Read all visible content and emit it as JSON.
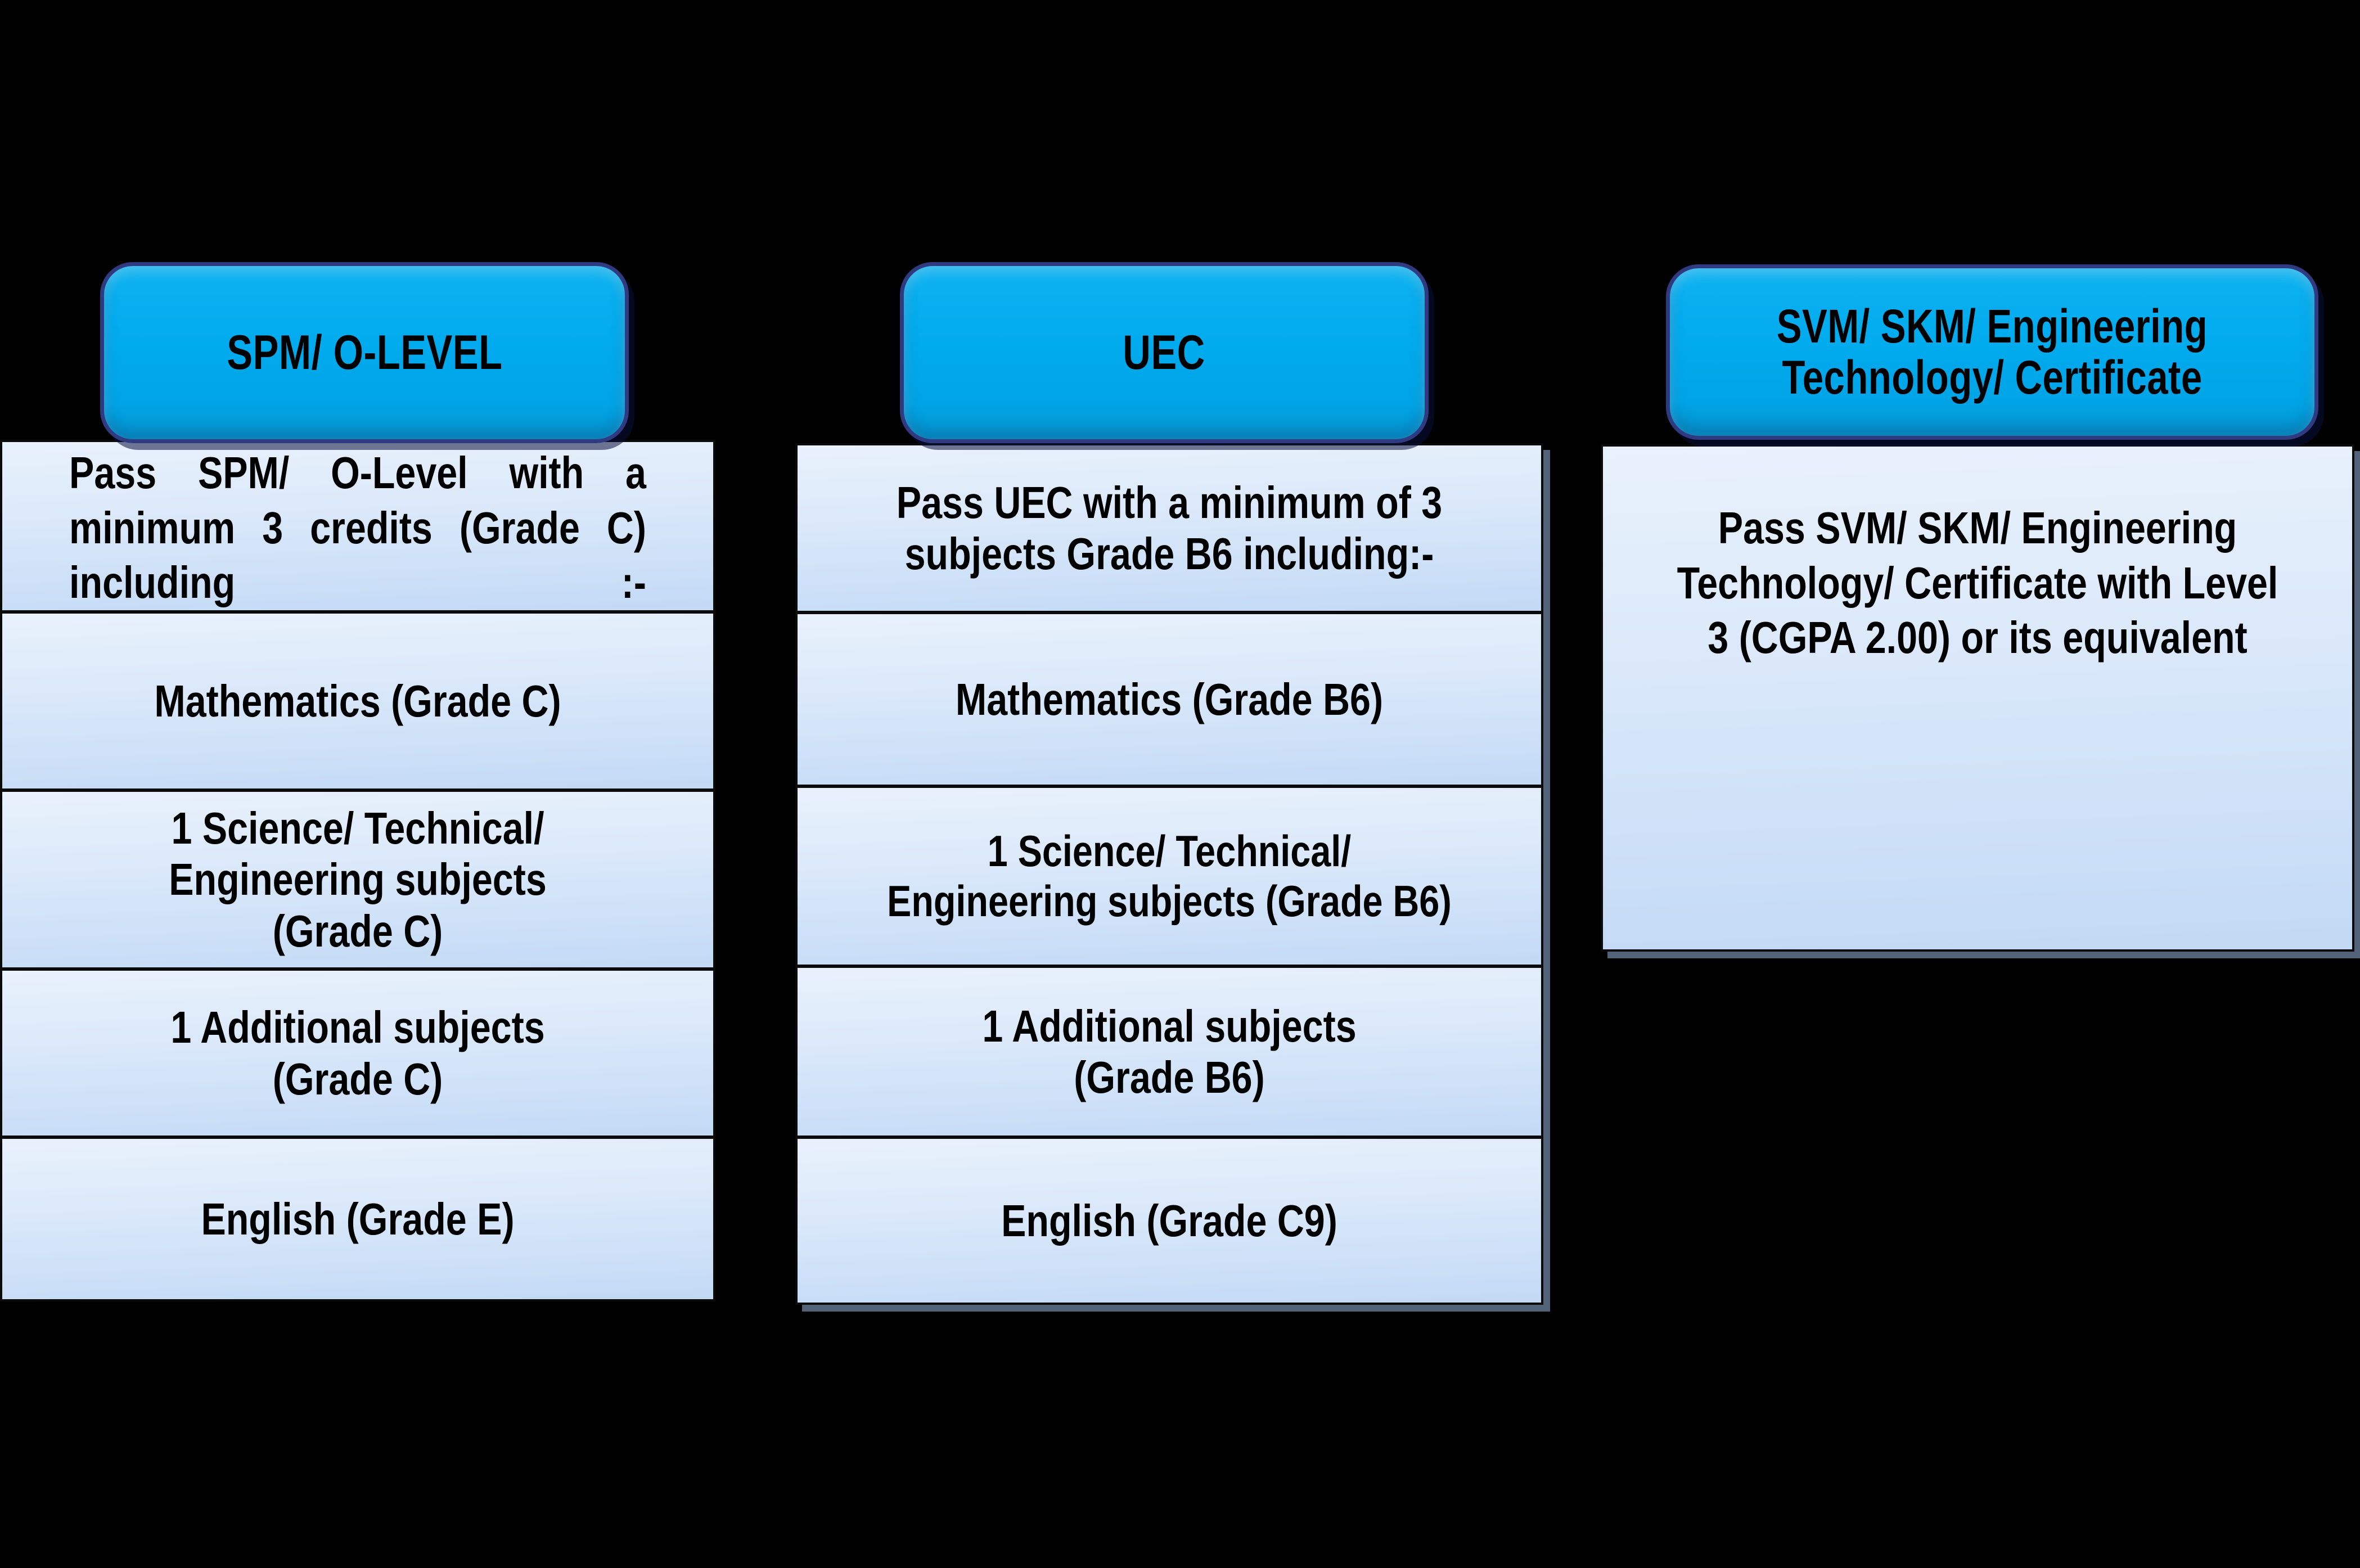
{
  "page": {
    "background_color": "#000000",
    "accent_color": "#00ABEE",
    "cell_gradient_top": "#E9F1FC",
    "cell_gradient_bottom": "#C3D9F4",
    "border_color": "#0A0A0A"
  },
  "columns": [
    {
      "id": "spm",
      "header": "SPM/ O-LEVEL",
      "rows": [
        "Pass SPM/ O-Level with a minimum 3 credits (Grade C) including :-",
        "Mathematics (Grade C)",
        "1 Science/ Technical/ Engineering subjects\n(Grade C)",
        "1 Additional subjects\n(Grade C)",
        "English (Grade E)"
      ]
    },
    {
      "id": "uec",
      "header": "UEC",
      "rows": [
        "Pass UEC with a minimum of 3 subjects Grade B6 including:-",
        "Mathematics (Grade B6)",
        "1 Science/ Technical/\nEngineering subjects (Grade B6)",
        "1 Additional subjects\n(Grade B6)",
        "English (Grade C9)"
      ]
    },
    {
      "id": "svm",
      "header": "SVM/ SKM/ Engineering\nTechnology/ Certificate",
      "rows": [
        "Pass SVM/ SKM/ Engineering Technology/ Certificate with Level 3 (CGPA 2.00) or its equivalent"
      ]
    }
  ]
}
